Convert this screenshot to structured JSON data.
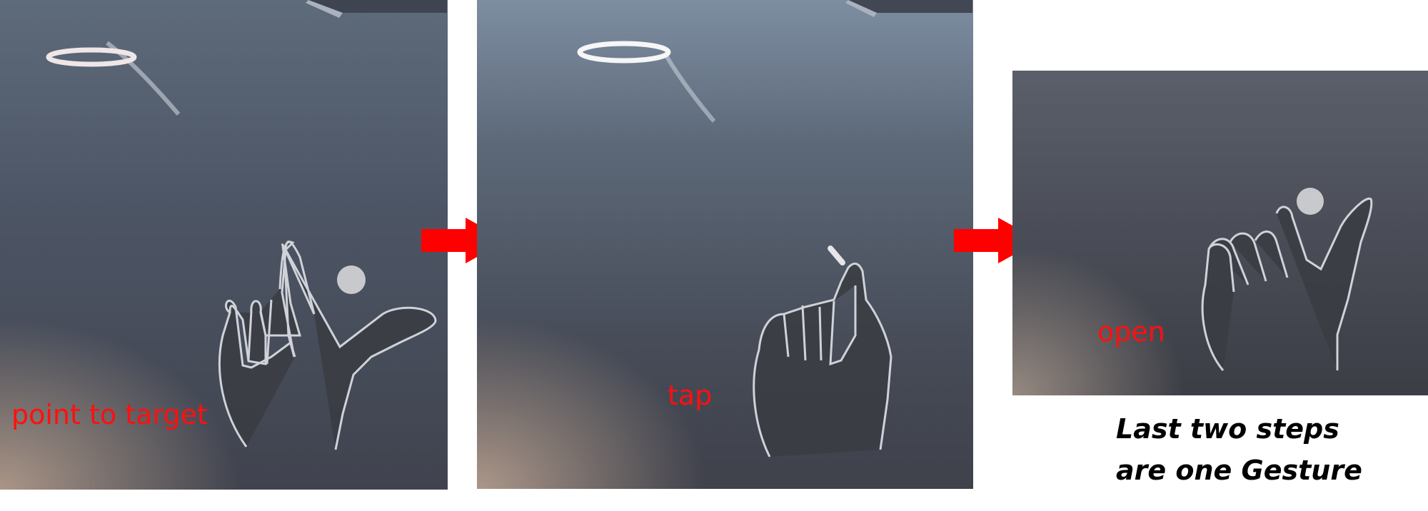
{
  "steps": [
    {
      "label": "point to target"
    },
    {
      "label": "tap"
    },
    {
      "label": "open"
    }
  ],
  "note": {
    "line1": "Last two steps",
    "line2": "are one Gesture"
  },
  "colors": {
    "label": "#ff1010",
    "arrow": "#ff0000",
    "note": "#000000"
  }
}
